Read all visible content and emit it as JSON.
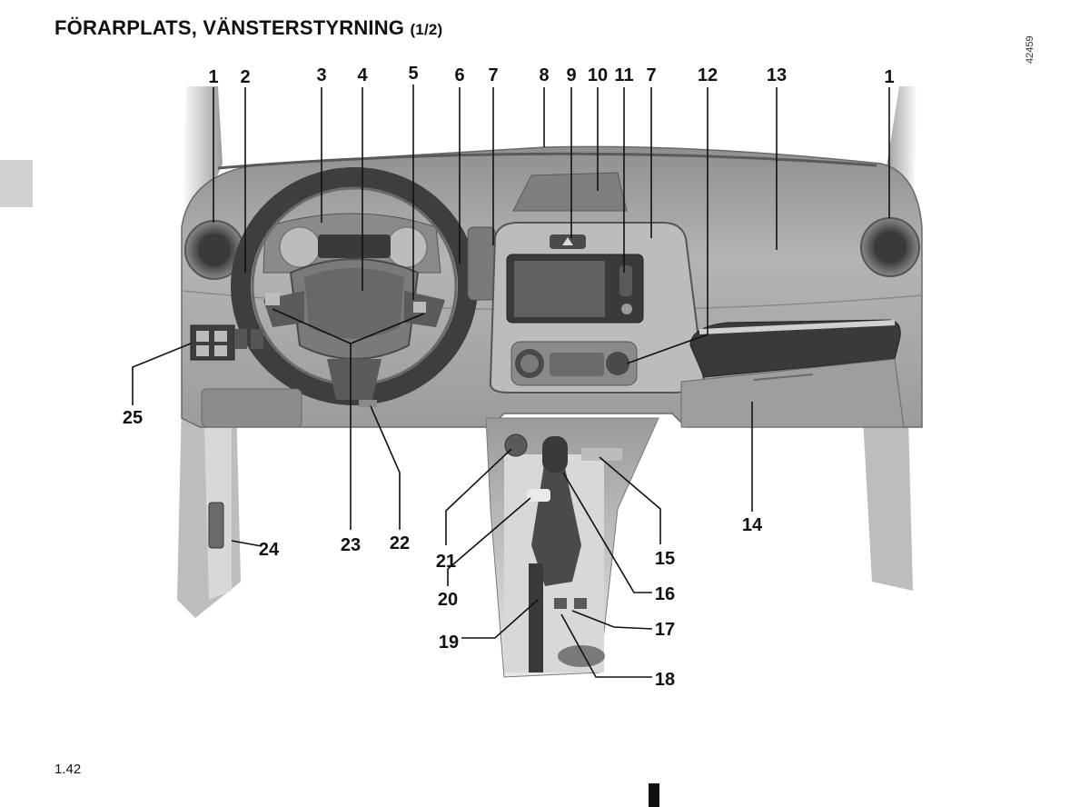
{
  "header": {
    "title": "FÖRARPLATS, VÄNSTERSTYRNING",
    "title_suffix": "(1/2)"
  },
  "figure": {
    "reference": "42459",
    "callouts": [
      "1",
      "2",
      "3",
      "4",
      "5",
      "6",
      "7",
      "8",
      "9",
      "10",
      "11",
      "7",
      "12",
      "13",
      "1",
      "25",
      "23",
      "22",
      "21",
      "24",
      "20",
      "19",
      "14",
      "15",
      "16",
      "17",
      "18"
    ]
  },
  "footer": {
    "page_number": "1.42"
  },
  "colors": {
    "background": "#ffffff",
    "dashboard": "#a9a9a9",
    "dashboard_dark": "#7c7c7c",
    "trim_dark": "#3c3c3c",
    "tab": "#d0d0d0"
  }
}
